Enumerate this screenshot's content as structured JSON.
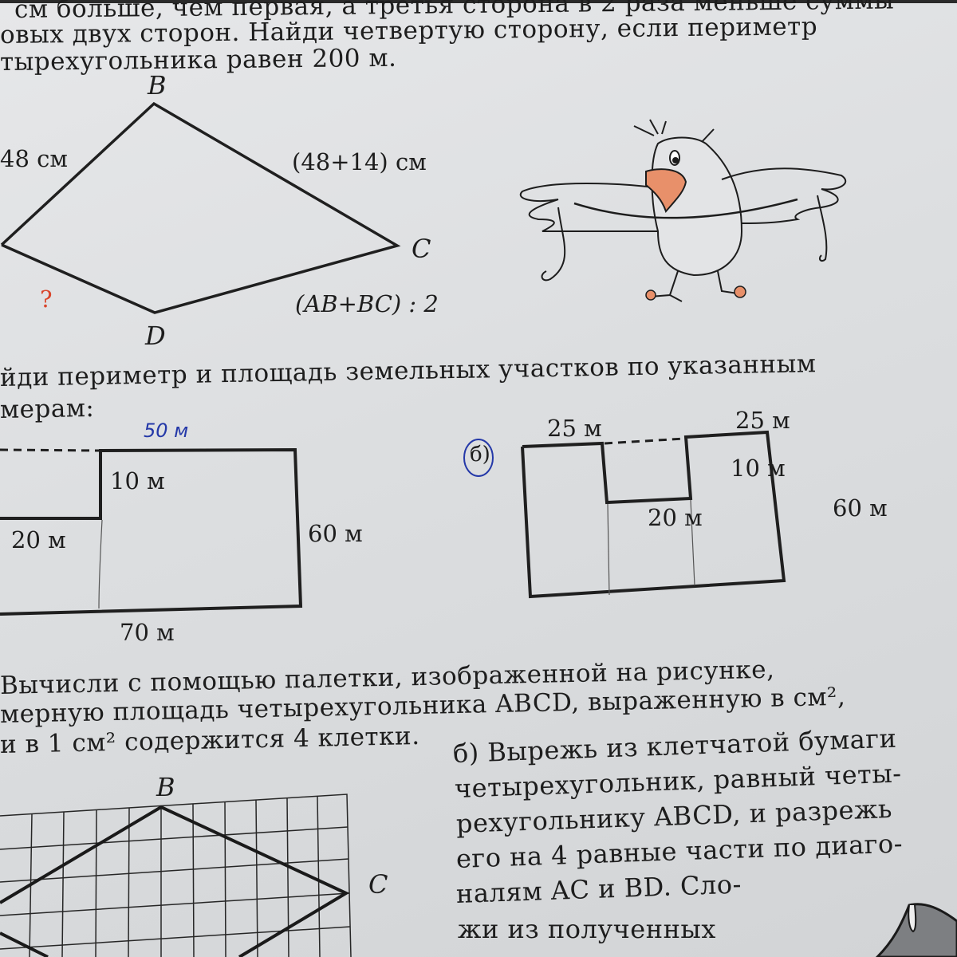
{
  "problem_quadrilateral": {
    "lines": [
      "см больше, чем первая, а третья сторона в 2 раза меньше суммы",
      "овых двух сторон. Найди четвертую сторону, если периметр",
      "тырехугольника равен 200 м."
    ],
    "vertices": {
      "b": "B",
      "c": "C",
      "d": "D"
    },
    "side_ab": "48 см",
    "side_bc": "(48+14) см",
    "side_cd": "(AB+BC) : 2",
    "side_ad": "?"
  },
  "problem_plots": {
    "lines": [
      "йди периметр и площадь земельных участков по указанным",
      "мерам:"
    ],
    "figure_a": {
      "top_label_handwritten": "50 м",
      "step_label": "10 м",
      "left_label": "20 м",
      "right_label": "60 м",
      "bottom_label": "70 м"
    },
    "figure_b": {
      "marker": "б)",
      "top_left_label": "25 м",
      "top_right_label": "25 м",
      "notch_depth_label": "10 м",
      "notch_width_label": "20 м",
      "right_label": "60 м"
    }
  },
  "problem_palette": {
    "lines": [
      "Вычисли с помощью палетки, изображенной на рисунке,",
      "мерную площадь четырехугольника ABCD, выраженную в см²,",
      "и в 1 см² содержится 4 клетки."
    ],
    "grid_vertices": {
      "b": "B",
      "c": "C"
    }
  },
  "problem_cut": {
    "lines": [
      "б) Вырежь из клетчатой бумаги",
      "четырехугольник, равный четы-",
      "рехугольнику ABCD, и разрежь",
      "его на 4 равные части по диаго-",
      "налям AC и BD. Сло-",
      "жи из полученных"
    ]
  },
  "colors": {
    "paper": "#dcdee0",
    "ink": "#1d1d1d",
    "question_mark": "#d9452b",
    "handwriting": "#2438a8",
    "beak": "#e8906a"
  }
}
